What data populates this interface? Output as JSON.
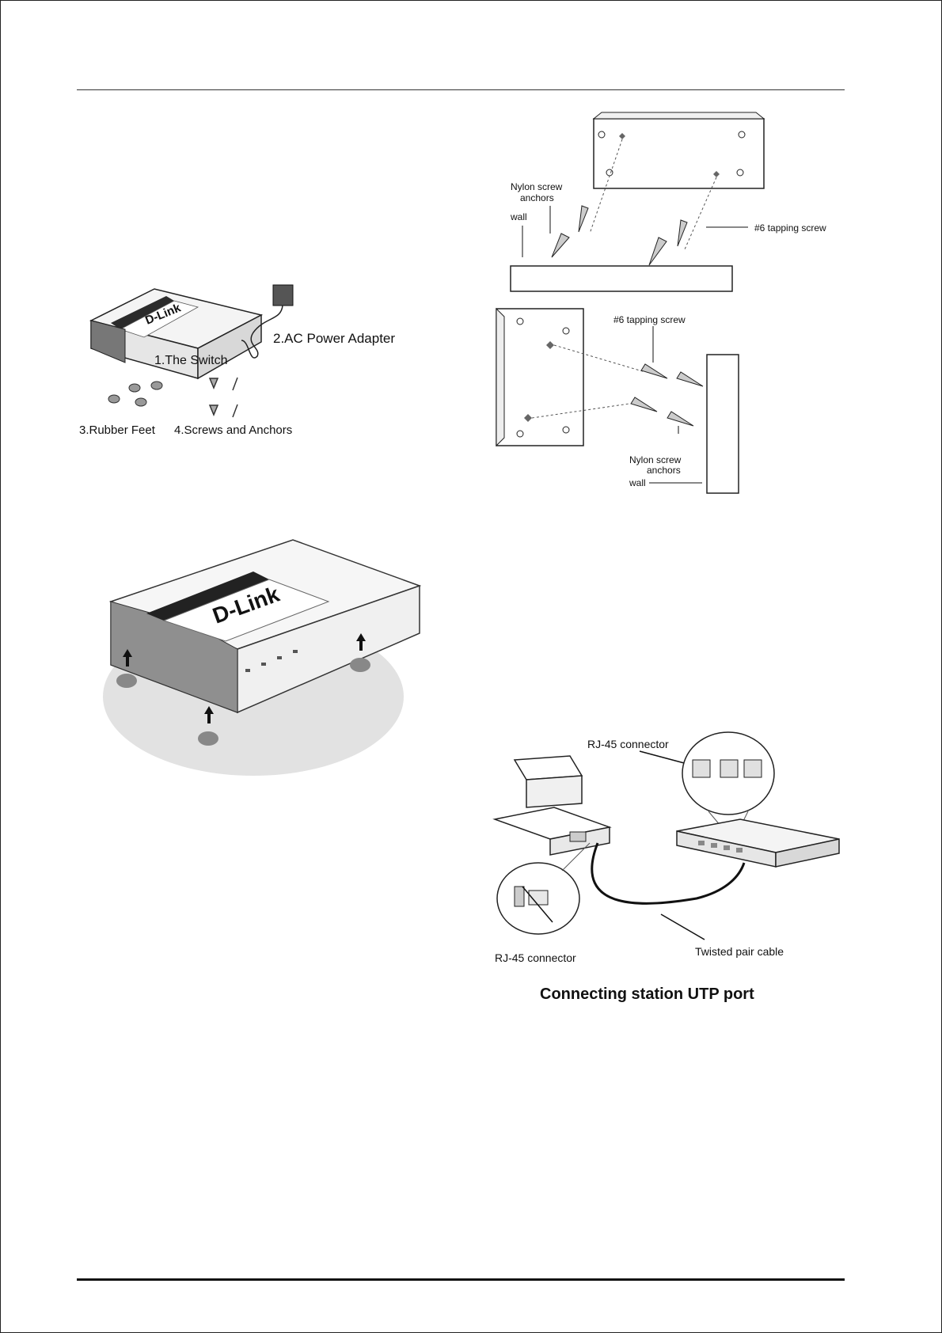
{
  "figure_package_contents": {
    "labels": {
      "switch": "1.The Switch",
      "adapter": "2.AC Power Adapter",
      "feet": "3.Rubber Feet",
      "screws": "4.Screws and Anchors",
      "logo": "D-Link"
    }
  },
  "figure_rubber_feet": {
    "logo": "D-Link"
  },
  "figure_wall_mount_horizontal": {
    "labels": {
      "anchors_line1": "Nylon screw",
      "anchors_line2": "anchors",
      "wall": "wall",
      "screw": "#6 tapping screw"
    }
  },
  "figure_wall_mount_vertical": {
    "labels": {
      "screw": "#6 tapping screw",
      "anchors_line1": "Nylon screw",
      "anchors_line2": "anchors",
      "wall": "wall"
    }
  },
  "figure_connecting_station": {
    "labels": {
      "rj45_top": "RJ-45 connector",
      "rj45_bottom": "RJ-45 connector",
      "cable": "Twisted pair cable"
    },
    "caption": "Connecting station UTP port"
  }
}
